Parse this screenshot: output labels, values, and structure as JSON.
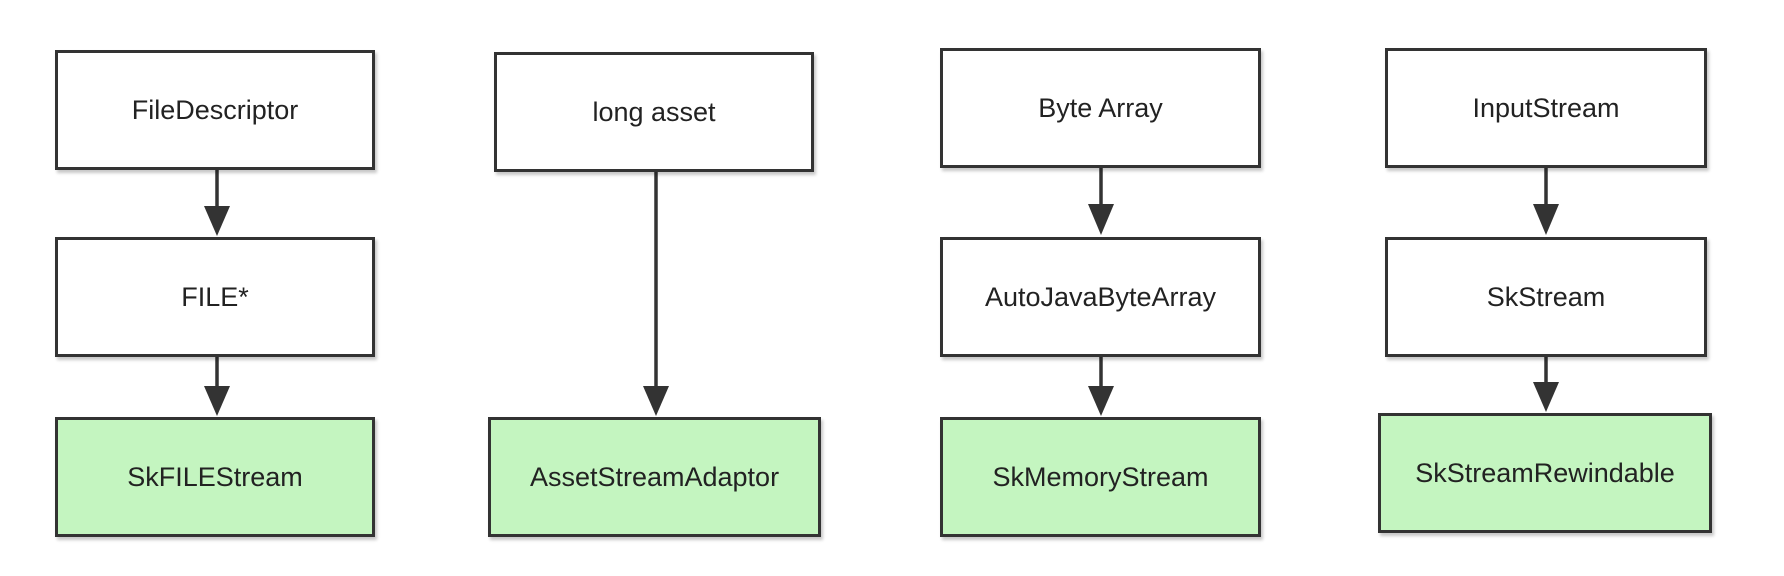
{
  "colors": {
    "stroke": "#333333",
    "node_fill": "#ffffff",
    "output_fill": "#c4f5c0",
    "text": "#222222"
  },
  "columns": [
    {
      "nodes": [
        {
          "label": "FileDescriptor",
          "kind": "source"
        },
        {
          "label": "FILE*",
          "kind": "intermediate"
        },
        {
          "label": "SkFILEStream",
          "kind": "output"
        }
      ]
    },
    {
      "nodes": [
        {
          "label": "long asset",
          "kind": "source"
        },
        {
          "label": "AssetStreamAdaptor",
          "kind": "output"
        }
      ]
    },
    {
      "nodes": [
        {
          "label": "Byte Array",
          "kind": "source"
        },
        {
          "label": "AutoJavaByteArray",
          "kind": "intermediate"
        },
        {
          "label": "SkMemoryStream",
          "kind": "output"
        }
      ]
    },
    {
      "nodes": [
        {
          "label": "InputStream",
          "kind": "source"
        },
        {
          "label": "SkStream",
          "kind": "intermediate"
        },
        {
          "label": "SkStreamRewindable",
          "kind": "output"
        }
      ]
    }
  ]
}
